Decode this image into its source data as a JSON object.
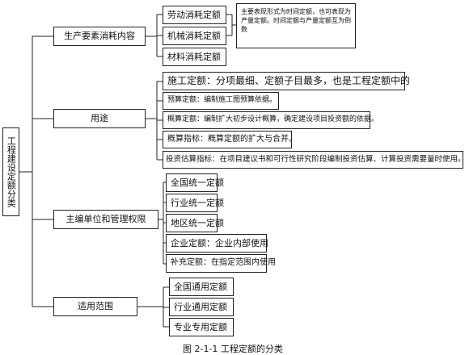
{
  "root_label": "工程建设定额分类",
  "categories": [
    {
      "label": "生产要素消耗内容",
      "items": [
        "劳动消耗定额",
        "机械消耗定额",
        "材料消耗定额"
      ],
      "note": "主要表现形式为时间定额，也可表现为产量定额。时间定额与产量定额互为倒数"
    },
    {
      "label": "用途",
      "items": [
        "施工定额：分项最细、定额子目最多，也是工程定额中的",
        "预算定额：编制施工图预算依据。",
        "概算定额：编制扩大初步设计概算，确定建设项目投资额的依据。",
        "概算指标：概算定额的扩大与合并。",
        "投资估算指标：在项目建议书和可行性研究阶段编制投资估算、计算投资需要量时使用。"
      ]
    },
    {
      "label": "主编单位和管理权限",
      "items": [
        "全国统一定额",
        "行业统一定额",
        "地区统一定额",
        "企业定额：企业内部使用",
        "补充定额：在指定范围内使用"
      ]
    },
    {
      "label": "适用范围",
      "items": [
        "全国通用定额",
        "行业通用定额",
        "专业专用定额"
      ]
    }
  ],
  "caption": "图 2-1-1 工程定额的分类"
}
